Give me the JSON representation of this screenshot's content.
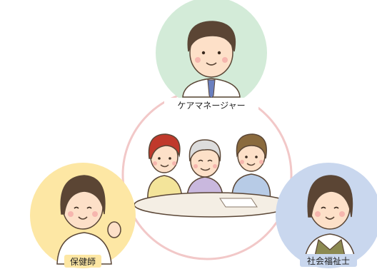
{
  "roles": {
    "care_manager": "ケアマネージャー",
    "public_health_nurse": "保健師",
    "social_worker": "社会福祉士"
  },
  "colors": {
    "care_manager_bg": "#d3ebd8",
    "nurse_bg": "#fde7a4",
    "social_worker_bg": "#c9d7ee",
    "ring": "#f2c8c8",
    "outline": "#5a4636",
    "skin": "#fde0c8",
    "hair_dark": "#5b4534",
    "cheek": "#f6b6ae"
  }
}
